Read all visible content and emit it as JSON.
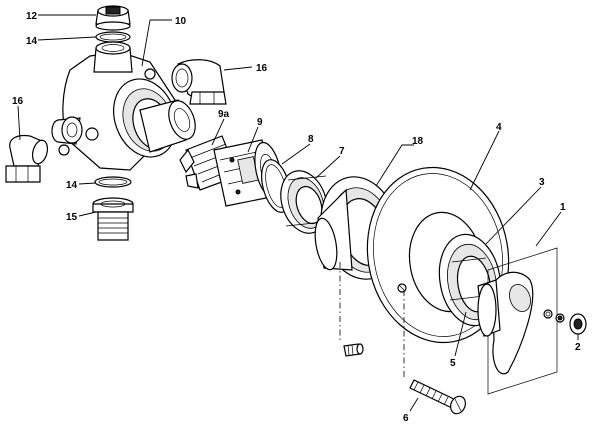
{
  "labels": {
    "l12": "12",
    "l10": "10",
    "l14a": "14",
    "l16a": "16",
    "l16b": "16",
    "l9a": "9a",
    "l9": "9",
    "l8": "8",
    "l7": "7",
    "l18": "18",
    "l4": "4",
    "l3": "3",
    "l1": "1",
    "l14b": "14",
    "l15": "15",
    "l2": "2",
    "l5": "5",
    "l6": "6"
  }
}
